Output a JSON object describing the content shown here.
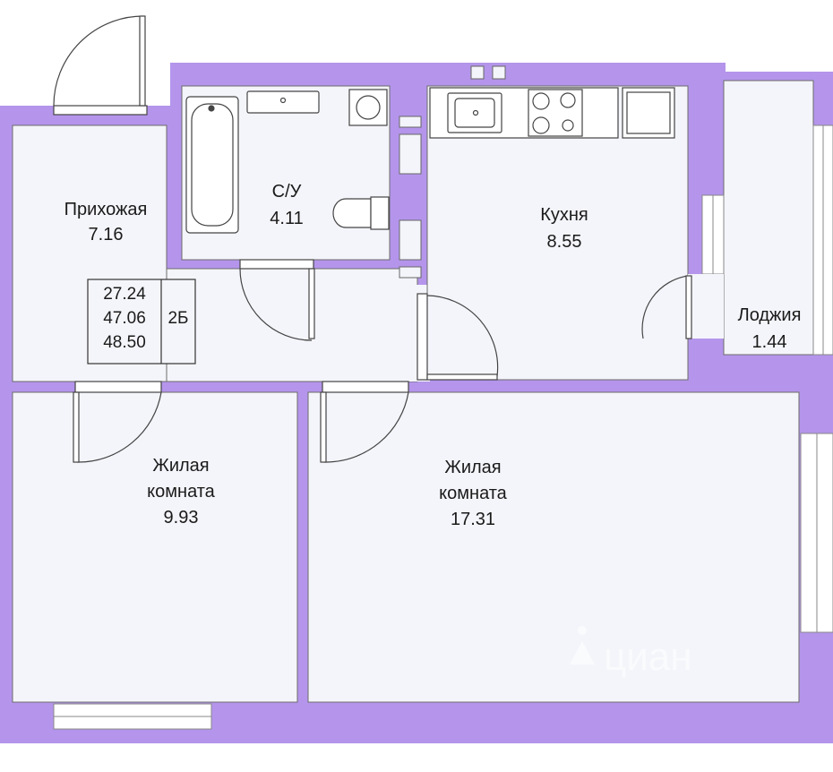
{
  "colors": {
    "wall": "#b495eb",
    "floor": "#f4f5fa",
    "line": "#333333",
    "watermark": "#ffffff"
  },
  "rooms": {
    "hallway": {
      "name": "Прихожая",
      "area": "7.16"
    },
    "bathroom": {
      "name": "С/У",
      "area": "4.11"
    },
    "kitchen": {
      "name": "Кухня",
      "area": "8.55"
    },
    "loggia": {
      "name": "Лоджия",
      "area": "1.44"
    },
    "living_small": {
      "name_line1": "Жилая",
      "name_line2": "комната",
      "area": "9.93"
    },
    "living_large": {
      "name_line1": "Жилая",
      "name_line2": "комната",
      "area": "17.31"
    }
  },
  "summary": {
    "living_area": "27.24",
    "total_area": "47.06",
    "total_area_loggia": "48.50",
    "apartment_type": "2Б"
  },
  "watermark": {
    "text": "циан",
    "icon": "cian-logo-icon"
  }
}
